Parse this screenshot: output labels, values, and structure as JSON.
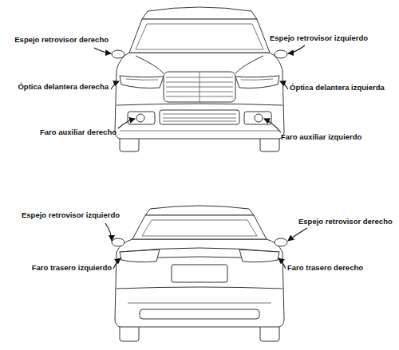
{
  "diagram": {
    "labels": [
      "Espejo retrovisor derecho",
      "Espejo retrovisor izquierdo",
      "Óptica delantera derecha",
      "Óptica delantera izquierda",
      "Faro auxiliar derecho",
      "Faro auxiliar izquierdo",
      "Espejo retrovisor izquierdo",
      "Espejo retrovisor derecho",
      "Faro trasero izquierdo",
      "Faro trasero derecho"
    ]
  }
}
